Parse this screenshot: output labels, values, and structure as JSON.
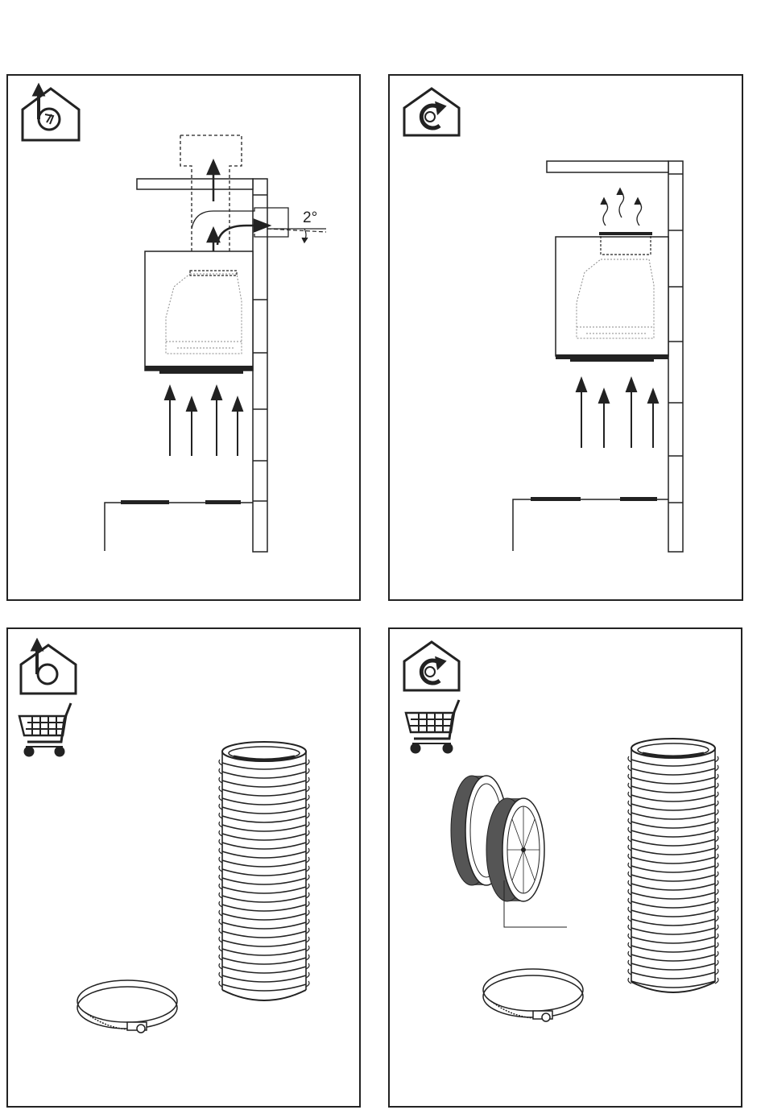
{
  "panels": [
    {
      "mode": "ducted",
      "icon": "house-extraction-icon",
      "angle_label": "2°"
    },
    {
      "mode": "recirculation",
      "icon": "house-recirculation-icon"
    },
    {
      "mode": "ducted",
      "icon": "house-extraction-icon",
      "accessory_icon": "shopping-cart-icon",
      "items": [
        "flexible-duct",
        "hose-clamp"
      ]
    },
    {
      "mode": "recirculation",
      "icon": "house-recirculation-icon",
      "accessory_icon": "shopping-cart-icon",
      "items": [
        "carbon-filters",
        "flexible-duct",
        "hose-clamp"
      ]
    }
  ],
  "colors": {
    "line": "#222222",
    "filter": "#555555",
    "wall": "#ffffff"
  }
}
